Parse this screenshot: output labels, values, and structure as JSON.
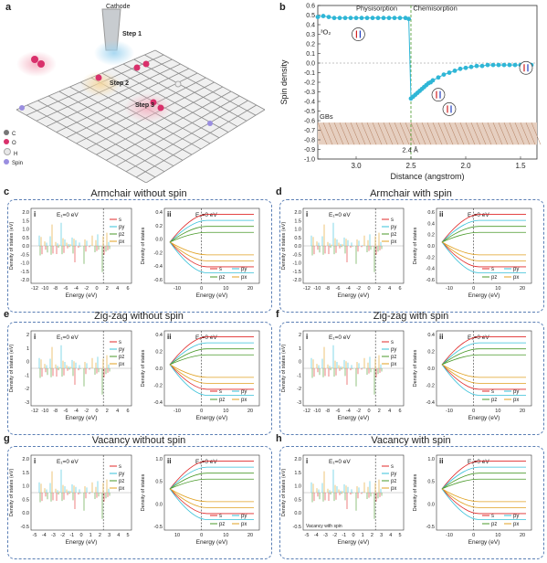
{
  "panel_a": {
    "label": "a",
    "cathode": "Cathode",
    "steps": [
      "Step 1",
      "Step 2",
      "Step 3"
    ],
    "legend": [
      {
        "sym": "C",
        "color": "#777777"
      },
      {
        "sym": "O",
        "color": "#d9306b"
      },
      {
        "sym": "H",
        "color": "#e8e8e8"
      },
      {
        "sym": "Spin",
        "color": "#9a8ee0"
      }
    ]
  },
  "panel_b": {
    "label": "b",
    "ylabel": "Spin density",
    "xlabel": "Distance (angstrom)",
    "region_left": "Physisorption",
    "region_right": "Chemisorption",
    "o2_label": "³O₂",
    "gbs_label": "GBs",
    "dist_label": "2.4 Å",
    "yticks": [
      "0.6",
      "0.5",
      "0.4",
      "0.3",
      "0.2",
      "0.1",
      "0.0",
      "-0.1",
      "-0.2",
      "-0.3",
      "-0.4",
      "-0.5",
      "-0.6",
      "-0.7",
      "-0.8",
      "-0.9",
      "-1.0"
    ],
    "xticks": [
      "3.0",
      "2.5",
      "2.0",
      "1.5"
    ]
  },
  "chart_data": {
    "type": "scatter",
    "title": "",
    "xlabel": "Distance (angstrom)",
    "ylabel": "Spin density",
    "xlim": [
      3.35,
      1.35
    ],
    "ylim": [
      -1.0,
      0.6
    ],
    "x_reversed": true,
    "series": [
      {
        "x": [
          3.35,
          3.3,
          3.25,
          3.2,
          3.15,
          3.1,
          3.05,
          3.0,
          2.95,
          2.9,
          2.85,
          2.8,
          2.75,
          2.7,
          2.65,
          2.6,
          2.55,
          2.52,
          2.5,
          2.48,
          2.46,
          2.44,
          2.42,
          2.4,
          2.38,
          2.36,
          2.34,
          2.32,
          2.3,
          2.25,
          2.2,
          2.15,
          2.1,
          2.05,
          2.0,
          1.95,
          1.9,
          1.85,
          1.8,
          1.75,
          1.7,
          1.65,
          1.6,
          1.55,
          1.5,
          1.45,
          1.4
        ],
        "y": [
          0.48,
          0.49,
          0.48,
          0.47,
          0.47,
          0.47,
          0.47,
          0.47,
          0.47,
          0.47,
          0.47,
          0.47,
          0.47,
          0.47,
          0.47,
          0.47,
          0.47,
          0.46,
          -0.37,
          -0.35,
          -0.33,
          -0.31,
          -0.29,
          -0.27,
          -0.25,
          -0.23,
          -0.21,
          -0.2,
          -0.18,
          -0.15,
          -0.12,
          -0.1,
          -0.08,
          -0.06,
          -0.05,
          -0.04,
          -0.03,
          -0.03,
          -0.02,
          -0.02,
          -0.02,
          -0.02,
          -0.02,
          -0.02,
          -0.02,
          -0.02,
          -0.02
        ]
      }
    ]
  },
  "dos_panels": [
    {
      "id": "c",
      "title": "Armchair without spin",
      "ef": "E₁=0 eV",
      "ef2": "E₁=0 eV",
      "xlabel": "Energy (eV)",
      "ylabel": "Density of states (eV)",
      "ylabel2": "Density of states",
      "xticks": [
        "-12",
        "-10",
        "-8",
        "-6",
        "-4",
        "-2",
        "0",
        "2",
        "4",
        "6"
      ],
      "yticks": [
        "2.0",
        "1.5",
        "1.0",
        "0.5",
        "0.0",
        "-0.5",
        "-1.0",
        "-1.5",
        "-2.0"
      ],
      "yticks2": [
        "0.4",
        "0.2",
        "0.0",
        "-0.2",
        "-0.4",
        "-0.6"
      ],
      "xticks2": [
        "-10",
        "0",
        "10",
        "20"
      ],
      "orbitals": [
        "s",
        "py",
        "pz",
        "px"
      ]
    },
    {
      "id": "d",
      "title": "Armchair with spin",
      "ef": "E₁=0 eV",
      "ef2": "E₁=0 eV",
      "xlabel": "Energy (eV)",
      "ylabel": "Density of states (eV)",
      "ylabel2": "Density of states",
      "xticks": [
        "-12",
        "-10",
        "-8",
        "-6",
        "-4",
        "-2",
        "0",
        "2",
        "4",
        "6"
      ],
      "yticks": [
        "2.0",
        "1.5",
        "1.0",
        "0.5",
        "0.0",
        "-0.5",
        "-1.0",
        "-1.5",
        "-2.0"
      ],
      "yticks2": [
        "0.6",
        "0.4",
        "0.2",
        "0.0",
        "-0.2",
        "-0.4",
        "-0.6"
      ],
      "xticks2": [
        "-10",
        "0",
        "10",
        "20"
      ],
      "orbitals": [
        "s",
        "py",
        "pz",
        "px"
      ]
    },
    {
      "id": "e",
      "title": "Zig-zag without spin",
      "ef": "E₁=0 eV",
      "ef2": "E₁=0 eV",
      "xlabel": "Energy (eV)",
      "ylabel": "Density of states (eV)",
      "ylabel2": "Density of states",
      "xticks": [
        "-12",
        "-10",
        "-8",
        "-6",
        "-4",
        "-2",
        "0",
        "2",
        "4",
        "6"
      ],
      "yticks": [
        "2",
        "1",
        "0",
        "-1",
        "-2",
        "-3"
      ],
      "yticks2": [
        "0.4",
        "0.2",
        "0.0",
        "-0.2",
        "-0.4"
      ],
      "xticks2": [
        "-10",
        "0",
        "10",
        "20"
      ],
      "orbitals": [
        "s",
        "py",
        "pz",
        "px"
      ]
    },
    {
      "id": "f",
      "title": "Zig-zag with spin",
      "ef": "E₁=0 eV",
      "ef2": "E₁=0 eV",
      "xlabel": "Energy (eV)",
      "ylabel": "Density of states (eV)",
      "ylabel2": "Density of states",
      "xticks": [
        "-12",
        "-10",
        "-8",
        "-6",
        "-4",
        "-2",
        "0",
        "2",
        "4",
        "6"
      ],
      "yticks": [
        "2",
        "1",
        "0",
        "-1",
        "-2",
        "-3"
      ],
      "yticks2": [
        "0.4",
        "0.2",
        "0.0",
        "-0.2",
        "-0.4"
      ],
      "xticks2": [
        "-10",
        "0",
        "10",
        "20"
      ],
      "orbitals": [
        "s",
        "py",
        "pz",
        "px"
      ]
    },
    {
      "id": "g",
      "title": "Vacancy without spin",
      "ef": "E₁=0 eV",
      "ef2": "E₁=0 eV",
      "xlabel": "Energy (eV)",
      "ylabel": "Density of states (eV)",
      "ylabel2": "Density of states",
      "xticks": [
        "-5",
        "-4",
        "-3",
        "-2",
        "-1",
        "0",
        "1",
        "2",
        "3",
        "4",
        "5"
      ],
      "yticks": [
        "2.0",
        "1.5",
        "1.0",
        "0.5",
        "0.0",
        "-0.5"
      ],
      "yticks2": [
        "1.0",
        "0.5",
        "0.0",
        "-0.5"
      ],
      "xticks2": [
        "10",
        "0",
        "10",
        "20"
      ],
      "orbitals": [
        "s",
        "py",
        "pz",
        "px"
      ]
    },
    {
      "id": "h",
      "title": "Vacancy with spin",
      "ef": "E₁=0 eV",
      "ef2": "E₁=0 eV",
      "xlabel": "Energy (eV)",
      "ylabel": "Density of states (eV)",
      "ylabel2": "Density of states",
      "xticks": [
        "-5",
        "-4",
        "-3",
        "-2",
        "-1",
        "0",
        "1",
        "2",
        "3",
        "4",
        "5"
      ],
      "yticks": [
        "2.0",
        "1.5",
        "1.0",
        "0.5",
        "0.0",
        "-0.5"
      ],
      "yticks2": [
        "1.0",
        "0.5",
        "0.0",
        "-0.5"
      ],
      "xticks2": [
        "-10",
        "0",
        "10",
        "20"
      ],
      "orbitals": [
        "s",
        "py",
        "pz",
        "px"
      ],
      "note": "Vacancy with spin"
    }
  ],
  "colors": {
    "s": "#e02a2a",
    "py": "#36c0d8",
    "pz": "#4a9a2a",
    "px": "#e0a020",
    "accent": "#2fb6d6"
  }
}
